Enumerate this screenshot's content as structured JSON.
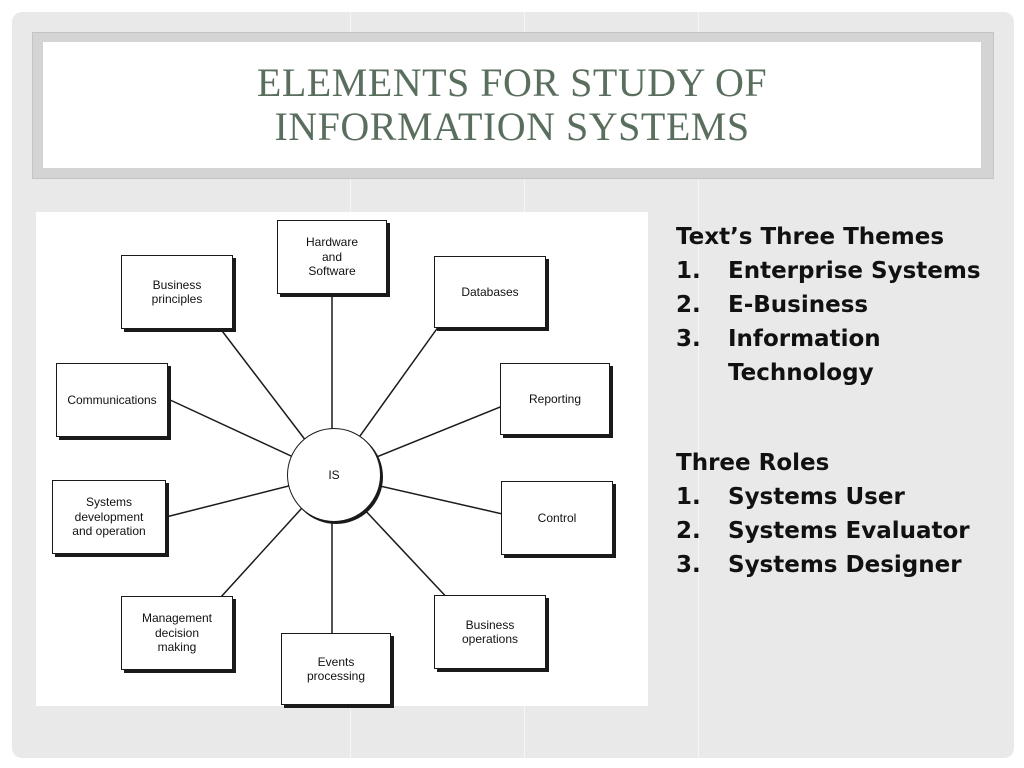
{
  "slide": {
    "title_lines": [
      "ELEMENTS FOR STUDY OF",
      "INFORMATION SYSTEMS"
    ]
  },
  "diagram": {
    "center": "IS",
    "nodes": [
      {
        "label": "Hardware\nand\nSoftware"
      },
      {
        "label": "Databases"
      },
      {
        "label": "Reporting"
      },
      {
        "label": "Control"
      },
      {
        "label": "Business\noperations"
      },
      {
        "label": "Events\nprocessing"
      },
      {
        "label": "Management\ndecision\nmaking"
      },
      {
        "label": "Systems\ndevelopment\nand operation"
      },
      {
        "label": "Communications"
      },
      {
        "label": "Business\nprinciples"
      }
    ]
  },
  "themes": {
    "heading": "Text’s Three Themes",
    "items": [
      {
        "num": "1.",
        "text": "Enterprise Systems"
      },
      {
        "num": "2.",
        "text": "E-Business"
      },
      {
        "num": "3.",
        "text": "Information Technology"
      }
    ]
  },
  "roles": {
    "heading": "Three Roles",
    "items": [
      {
        "num": "1.",
        "text": "Systems User"
      },
      {
        "num": "2.",
        "text": "Systems Evaluator"
      },
      {
        "num": "3.",
        "text": "Systems Designer"
      }
    ]
  }
}
